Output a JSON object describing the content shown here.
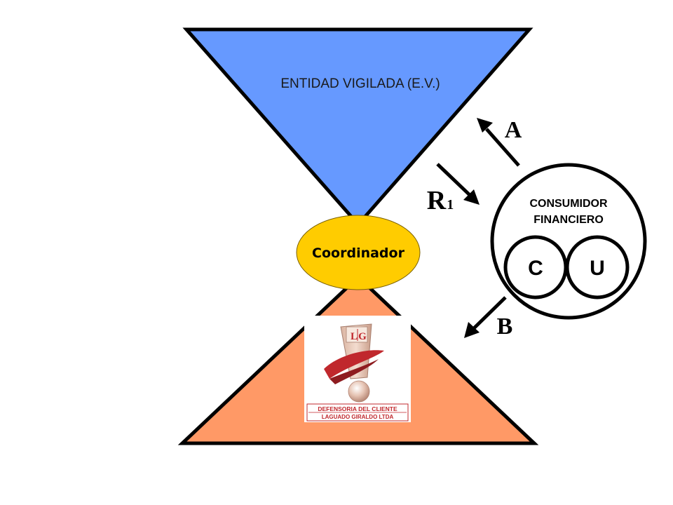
{
  "diagram": {
    "top_label": "ENTIDAD VIGILADA (E.V.)",
    "center_label": "Coordinador",
    "consumer_label_line1": "CONSUMIDOR",
    "consumer_label_line2": "FINANCIERO",
    "circle_c": "C",
    "circle_u": "U",
    "arrow_a_label": "A",
    "arrow_b_label": "B",
    "arrow_r_label": "R",
    "arrow_r_subscript": "1",
    "logo": {
      "monogram_left": "L",
      "monogram_right": "G",
      "line1": "DEFENSORIA DEL CLIENTE",
      "line2": "LAGUADO GIRALDO  LTDA"
    }
  },
  "colors": {
    "top_triangle": "#6699ff",
    "bottom_triangle": "#ff9966",
    "coordinator": "#ffcc00",
    "stroke": "#000000",
    "logo_red": "#c0282d"
  }
}
